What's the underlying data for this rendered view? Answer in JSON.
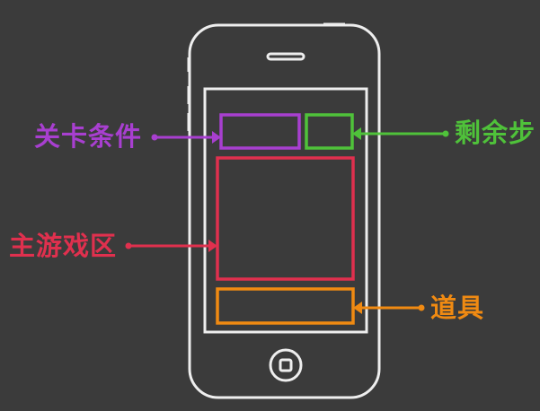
{
  "labels": {
    "level_condition": "关卡条件",
    "remaining_steps": "剩余步",
    "main_game_area": "主游戏区",
    "props": "道具"
  },
  "colors": {
    "background": "#3b3b3b",
    "phone_outline": "#eeeeee",
    "level_condition": "#a83fd0",
    "remaining_steps": "#4fc23a",
    "main_game_area": "#e0304e",
    "props": "#f08a12"
  }
}
